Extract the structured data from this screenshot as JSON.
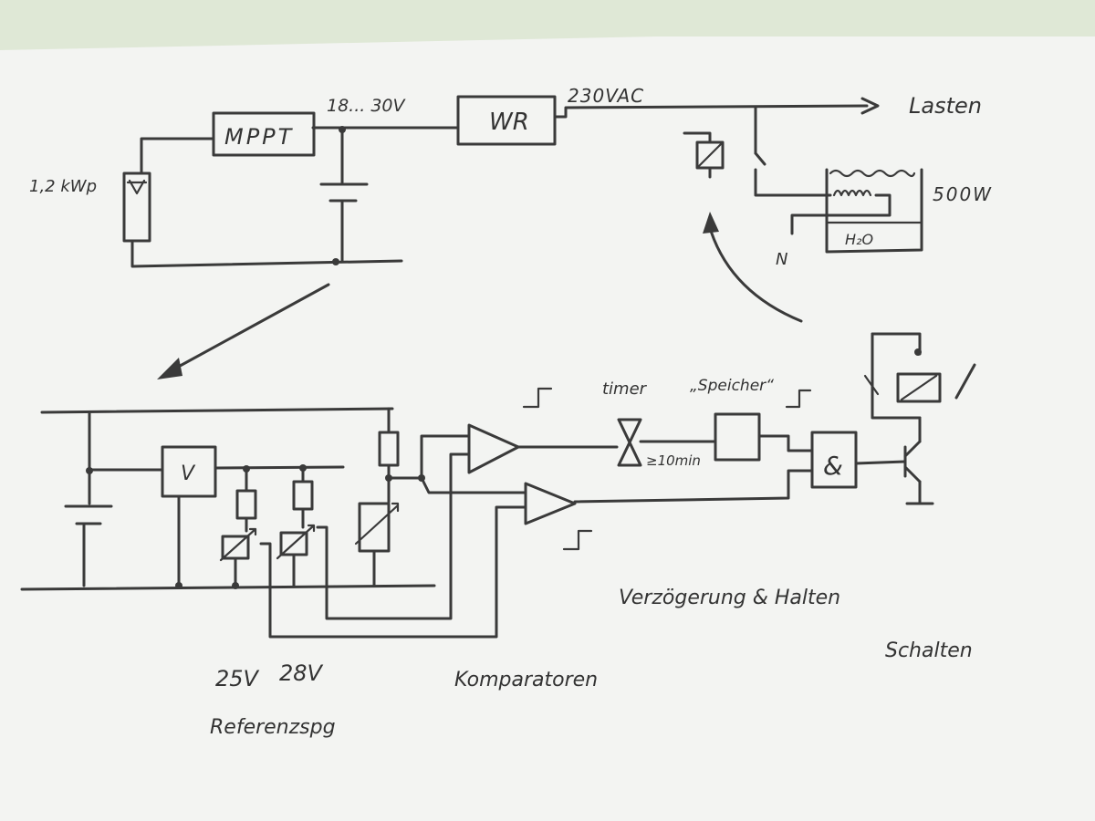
{
  "colors": {
    "paper": "#f3f4f2",
    "ink": "#3a3a3a",
    "background": "#dfe8d6"
  },
  "labels": {
    "pv_power": "1,2 kWp",
    "mppt": "MPPT",
    "dc_voltage": "18... 30V",
    "inverter": "WR",
    "ac_voltage": "230VAC",
    "loads": "Lasten",
    "heater_power": "500W",
    "water": "H₂O",
    "neutral": "N",
    "regulator": "V",
    "timer": "timer",
    "memory": "„Speicher“",
    "duration": "≥10min",
    "and_gate": "&",
    "ref_voltage_1": "25V",
    "ref_voltage_2": "28V",
    "references": "Referenzspg",
    "comparators": "Komparatoren",
    "delay_hold": "Verzögerung & Halten",
    "switching": "Schalten"
  }
}
